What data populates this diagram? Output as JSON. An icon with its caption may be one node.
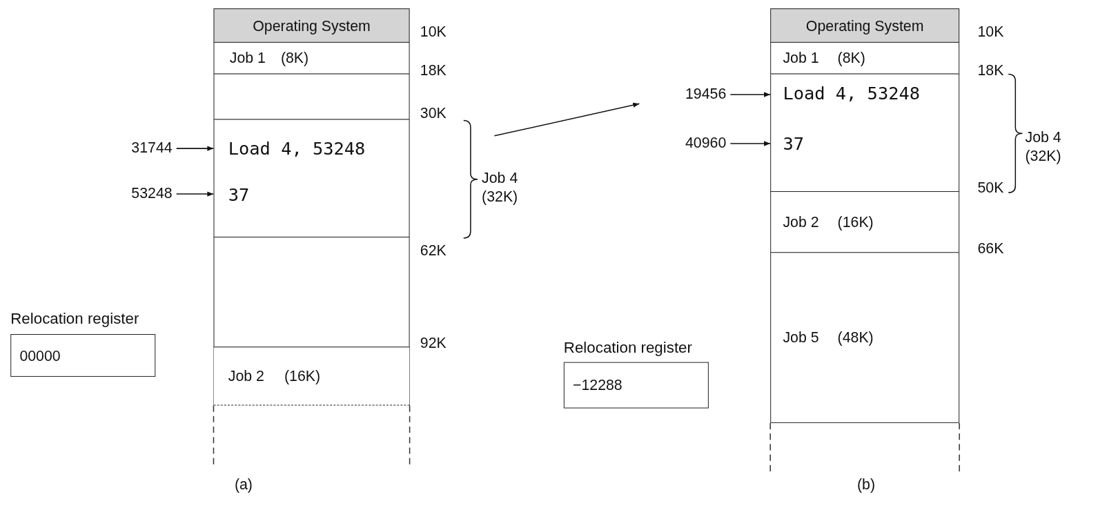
{
  "diagram": {
    "nodes": [
      {
        "text": [
          "Operating System"
        ]
      },
      {
        "text": [
          "Job 1",
          "(8K)"
        ]
      },
      {
        "text": [],
        "shape": "box"
      },
      {
        "text": [
          "Load 4, 53248",
          "37"
        ]
      },
      {
        "text": [],
        "shape": "box"
      },
      {
        "text": [
          "Job 2",
          "(16K)"
        ]
      },
      {
        "text": [
          "31744"
        ]
      },
      {
        "text": [
          "53248"
        ]
      },
      {
        "text": [
          "Relocation register",
          "00000"
        ]
      },
      {
        "text": [
          "Operating System"
        ]
      },
      {
        "text": [
          "Job 1",
          "(8K)"
        ]
      },
      {
        "text": [
          "Load 4, 53248",
          "37"
        ]
      },
      {
        "text": [
          "Job 2",
          "(16K)"
        ]
      },
      {
        "text": [
          "Job 5",
          "(48K)"
        ]
      },
      {
        "text": [
          "19456"
        ]
      },
      {
        "text": [
          "40960"
        ]
      },
      {
        "text": [
          "Relocation register",
          "−12288"
        ]
      }
    ],
    "edges": [
      {
        "from": 6,
        "to": 3,
        "arrow": "to"
      },
      {
        "from": 7,
        "to": 3,
        "arrow": "to"
      },
      {
        "from": 14,
        "to": 11,
        "arrow": "to"
      },
      {
        "from": 15,
        "to": 11,
        "arrow": "to"
      }
    ],
    "labels": [
      "10K",
      "18K",
      "30K",
      "62K",
      "Job 4 (32K)",
      "92K",
      "10K",
      "18K",
      "50K",
      "Job 4 (32K)",
      "66K",
      "(a)",
      "(b)"
    ]
  }
}
